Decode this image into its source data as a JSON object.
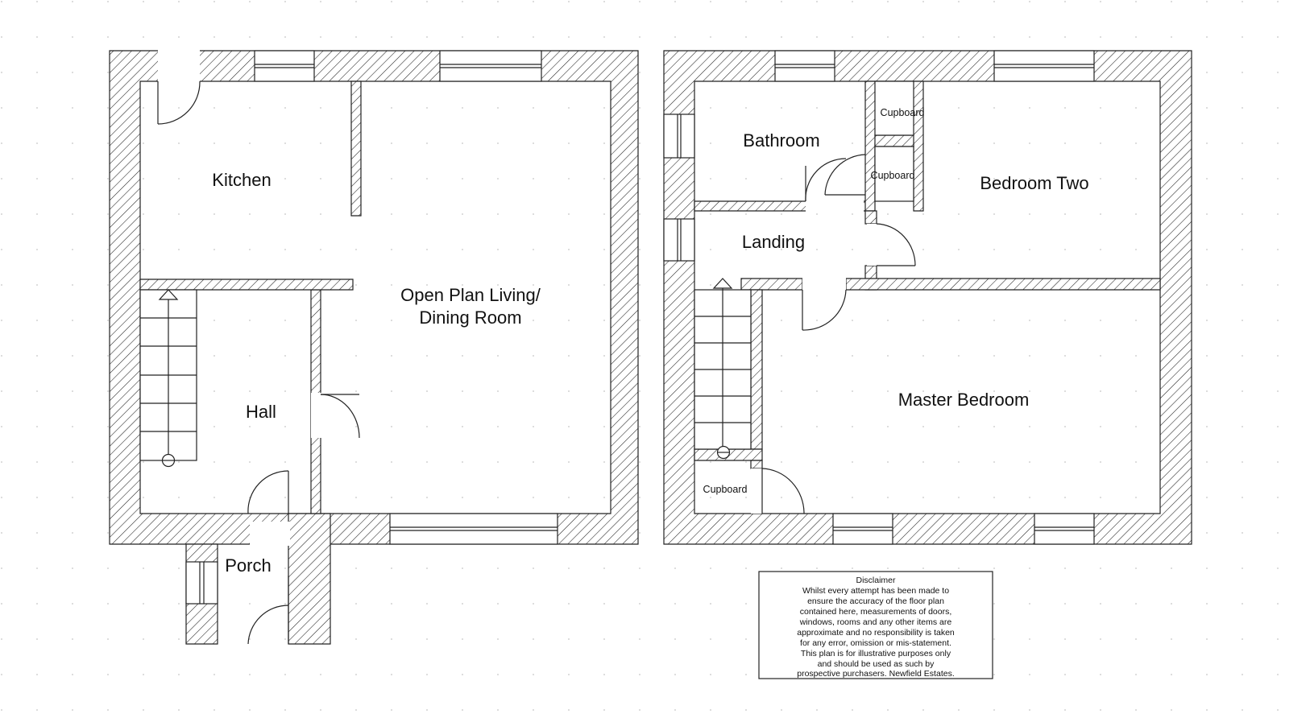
{
  "ground_floor": {
    "rooms": {
      "kitchen": "Kitchen",
      "living_line1": "Open Plan Living/",
      "living_line2": "Dining Room",
      "hall": "Hall",
      "porch": "Porch"
    }
  },
  "first_floor": {
    "rooms": {
      "bathroom": "Bathroom",
      "cupboard_top": "Cupboard",
      "cupboard_mid": "Cupboard",
      "bedroom_two": "Bedroom Two",
      "landing": "Landing",
      "master_bedroom": "Master Bedroom",
      "cupboard_master": "Cupboard"
    }
  },
  "disclaimer": {
    "title": "Disclaimer",
    "lines": [
      "Whilst every attempt has been made to",
      "ensure the accuracy of the floor plan",
      "contained here, measurements of doors,",
      "windows, rooms and any other items are",
      "approximate and no responsibility is taken",
      "for any error, omission or mis-statement.",
      "This plan is for illustrative purposes only",
      "and should be used as such by",
      "prospective purchasers. Newfield Estates."
    ]
  }
}
